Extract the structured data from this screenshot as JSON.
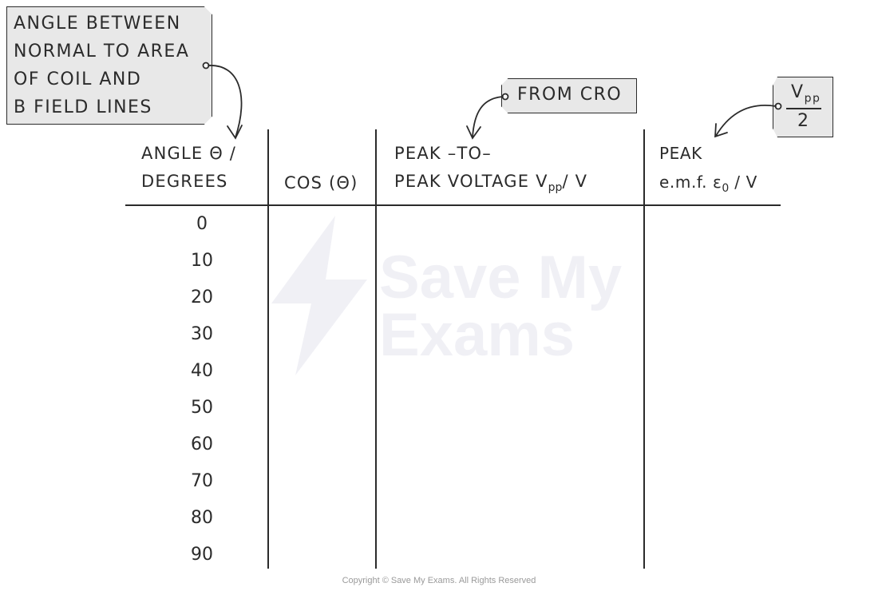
{
  "annotations": {
    "angle_note": [
      "ANGLE  BETWEEN",
      "NORMAL  TO  AREA",
      "OF  COIL  AND",
      "B  FIELD  LINES"
    ],
    "cro_note": "FROM  CRO",
    "vpp_note": {
      "numerator": "V",
      "numerator_sub": "pp",
      "denominator": "2"
    }
  },
  "table": {
    "headers": {
      "angle": [
        "ANGLE  Θ /",
        "DEGREES"
      ],
      "cos": "COS (Θ)",
      "vpp": {
        "line1": "PEAK  –TO–",
        "line2": "PEAK  VOLTAGE  V",
        "sub": "pp",
        "suffix": "/ V"
      },
      "emf": {
        "line1": "PEAK",
        "line2": "e.m.f.  ε",
        "sub": "0",
        "suffix": " / V"
      }
    },
    "angle_values": [
      "0",
      "10",
      "20",
      "30",
      "40",
      "50",
      "60",
      "70",
      "80",
      "90"
    ]
  },
  "watermark": [
    "Save My",
    "Exams"
  ],
  "copyright": "Copyright © Save My Exams. All Rights Reserved"
}
